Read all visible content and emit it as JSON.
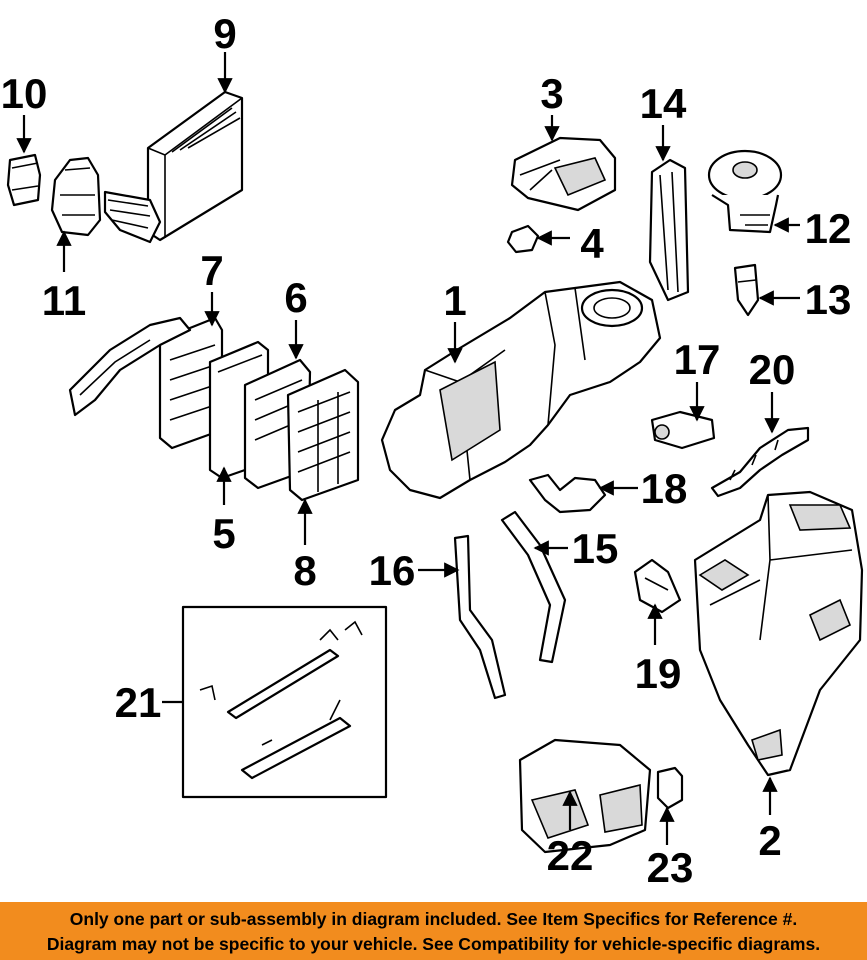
{
  "callouts": {
    "c1": "1",
    "c2": "2",
    "c3": "3",
    "c4": "4",
    "c5": "5",
    "c6": "6",
    "c7": "7",
    "c8": "8",
    "c9": "9",
    "c10": "10",
    "c11": "11",
    "c12": "12",
    "c13": "13",
    "c14": "14",
    "c15": "15",
    "c16": "16",
    "c17": "17",
    "c18": "18",
    "c19": "19",
    "c20": "20",
    "c21": "21",
    "c22": "22",
    "c23": "23"
  },
  "notice": {
    "line1": "Only one part or sub-assembly in diagram included. See Item Specifics for Reference #.",
    "line2": "Diagram may not be specific to your vehicle. See Compatibility for vehicle-specific diagrams."
  },
  "colors": {
    "notice_bg": "#f28c1e",
    "ink": "#000000"
  }
}
